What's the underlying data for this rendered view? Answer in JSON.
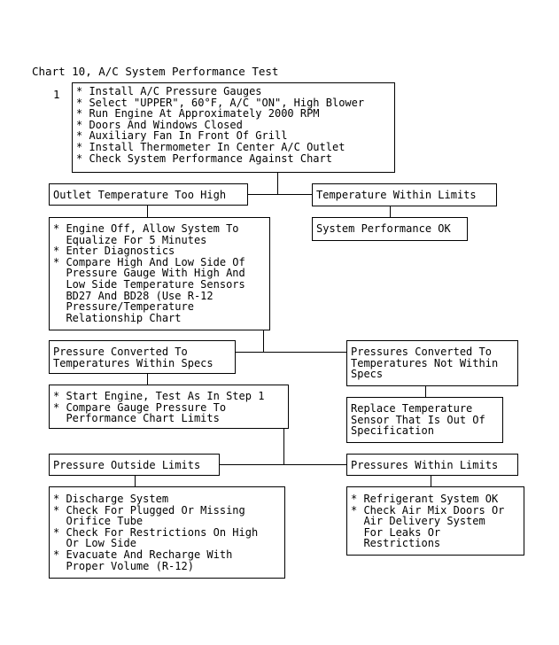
{
  "title": "Chart 10, A/C System Performance Test",
  "step_number": "1",
  "boxes": {
    "step1": [
      "* Install A/C Pressure Gauges",
      "* Select \"UPPER\", 60°F, A/C \"ON\", High Blower",
      "* Run Engine At Approximately 2000 RPM",
      "* Doors And Windows Closed",
      "* Auxiliary Fan In Front Of Grill",
      "* Install Thermometer In Center A/C Outlet",
      "* Check System Performance Against Chart"
    ],
    "outlet_too_high": [
      "Outlet Temperature Too High"
    ],
    "temp_within_limits": [
      "Temperature Within Limits"
    ],
    "system_ok": [
      "System Performance OK"
    ],
    "engine_off": [
      "* Engine Off, Allow System To",
      "  Equalize For 5 Minutes",
      "* Enter Diagnostics",
      "* Compare High And Low Side Of",
      "  Pressure Gauge With High And",
      "  Low Side Temperature Sensors",
      "  BD27 And BD28 (Use R-12",
      "  Pressure/Temperature",
      "  Relationship Chart"
    ],
    "pressure_within_specs": [
      "Pressure Converted To",
      "Temperatures Within Specs"
    ],
    "pressures_not_within": [
      "Pressures Converted To",
      "Temperatures Not Within",
      "Specs"
    ],
    "start_engine": [
      "* Start Engine, Test As In Step 1",
      "* Compare Gauge Pressure To",
      "  Performance Chart Limits"
    ],
    "replace_sensor": [
      "Replace Temperature",
      "Sensor That Is Out Of",
      "Specification"
    ],
    "pressure_outside": [
      "Pressure Outside Limits"
    ],
    "pressures_within": [
      "Pressures Within Limits"
    ],
    "discharge": [
      "* Discharge System",
      "* Check For Plugged Or Missing",
      "  Orifice Tube",
      "* Check For Restrictions On High",
      "  Or Low Side",
      "* Evacuate And Recharge With",
      "  Proper Volume (R-12)"
    ],
    "refrigerant_ok": [
      "* Refrigerant System OK",
      "* Check Air Mix Doors Or",
      "  Air Delivery System",
      "  For Leaks Or",
      "  Restrictions"
    ]
  }
}
